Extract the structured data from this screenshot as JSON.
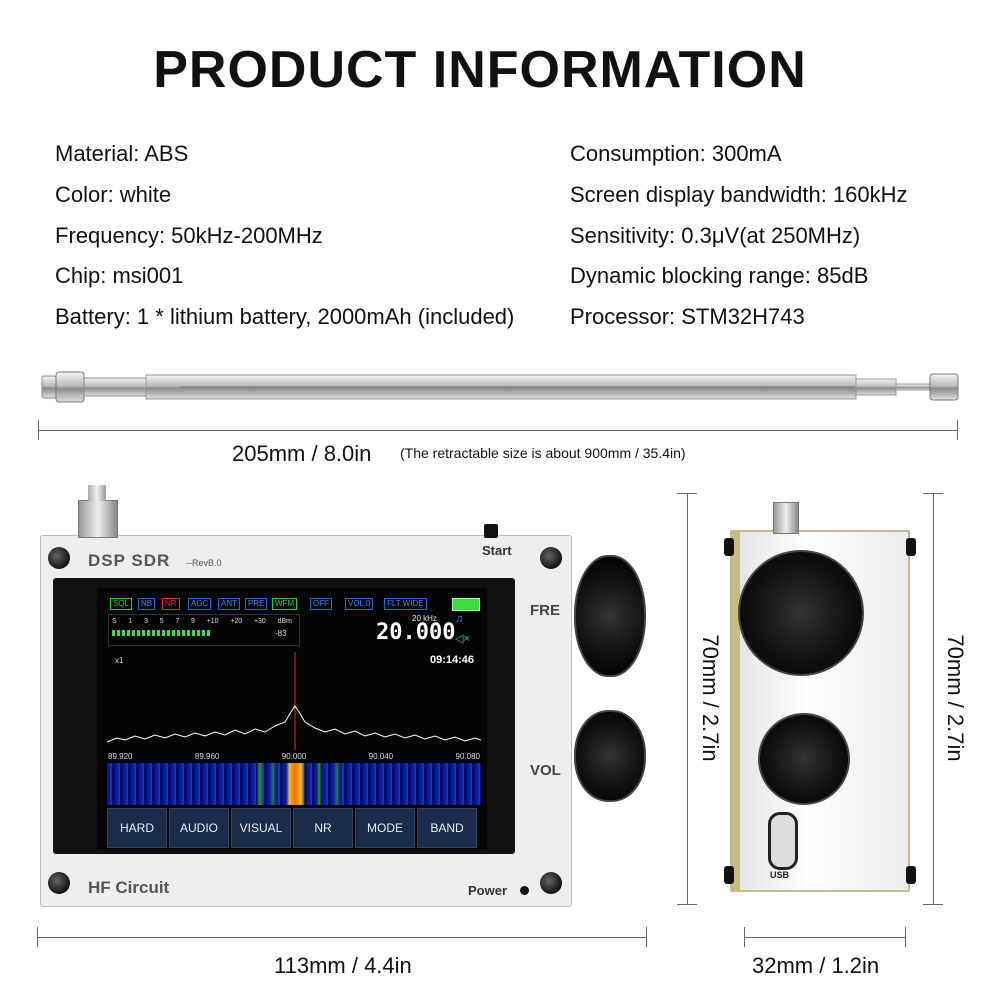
{
  "title": "PRODUCT INFORMATION",
  "specs_left": [
    "Material: ABS",
    "Color: white",
    "Frequency: 50kHz-200MHz",
    "Chip: msi001",
    "Battery: 1 * lithium battery, 2000mAh (included)"
  ],
  "specs_right": [
    "Consumption: 300mA",
    "Screen display bandwidth: 160kHz",
    "Sensitivity: 0.3μV(at 250MHz)",
    "Dynamic blocking range: 85dB",
    "Processor: STM32H743"
  ],
  "antenna_dim": "205mm / 8.0in",
  "antenna_note": "(The retractable size is about 900mm / 35.4in)",
  "width_dim": "113mm / 4.4in",
  "depth_dim": "32mm / 1.2in",
  "height_dim_left": "70mm / 2.7in",
  "height_dim_right": "70mm / 2.7in",
  "device": {
    "brand": "DSP SDR",
    "rev": "--RevB.0",
    "start_label": "Start",
    "fre_label": "FRE",
    "vol_label": "VOL",
    "footer_label": "HF Circuit",
    "power_label": "Power",
    "usb_label": "USB"
  },
  "screen": {
    "tags": [
      "SQL",
      "NB",
      "NR",
      "AGC",
      "ANT",
      "PRE",
      "WFM",
      "OFF",
      "VOL 0",
      "FLT WIDE"
    ],
    "meter_scale": [
      "S",
      "1",
      "3",
      "5",
      "7",
      "9",
      "+10",
      "+20",
      "+30",
      "dBm"
    ],
    "meter_value": "-83",
    "step": "20 kHz",
    "frequency": "20.000",
    "zoom": "x1",
    "clock": "09:14:46",
    "freq_axis": [
      "89.920",
      "89.960",
      "90.000",
      "90.040",
      "90.080"
    ],
    "buttons": [
      "HARD",
      "AUDIO",
      "VISUAL",
      "NR",
      "MODE",
      "BAND"
    ]
  },
  "colors": {
    "tag_blue": "#3a86ff",
    "tag_red": "#e03030",
    "tag_green": "#2ecc40",
    "battery": "#3ddc3d",
    "spectrum_line": "#ffffff",
    "marker": "#e03030"
  }
}
